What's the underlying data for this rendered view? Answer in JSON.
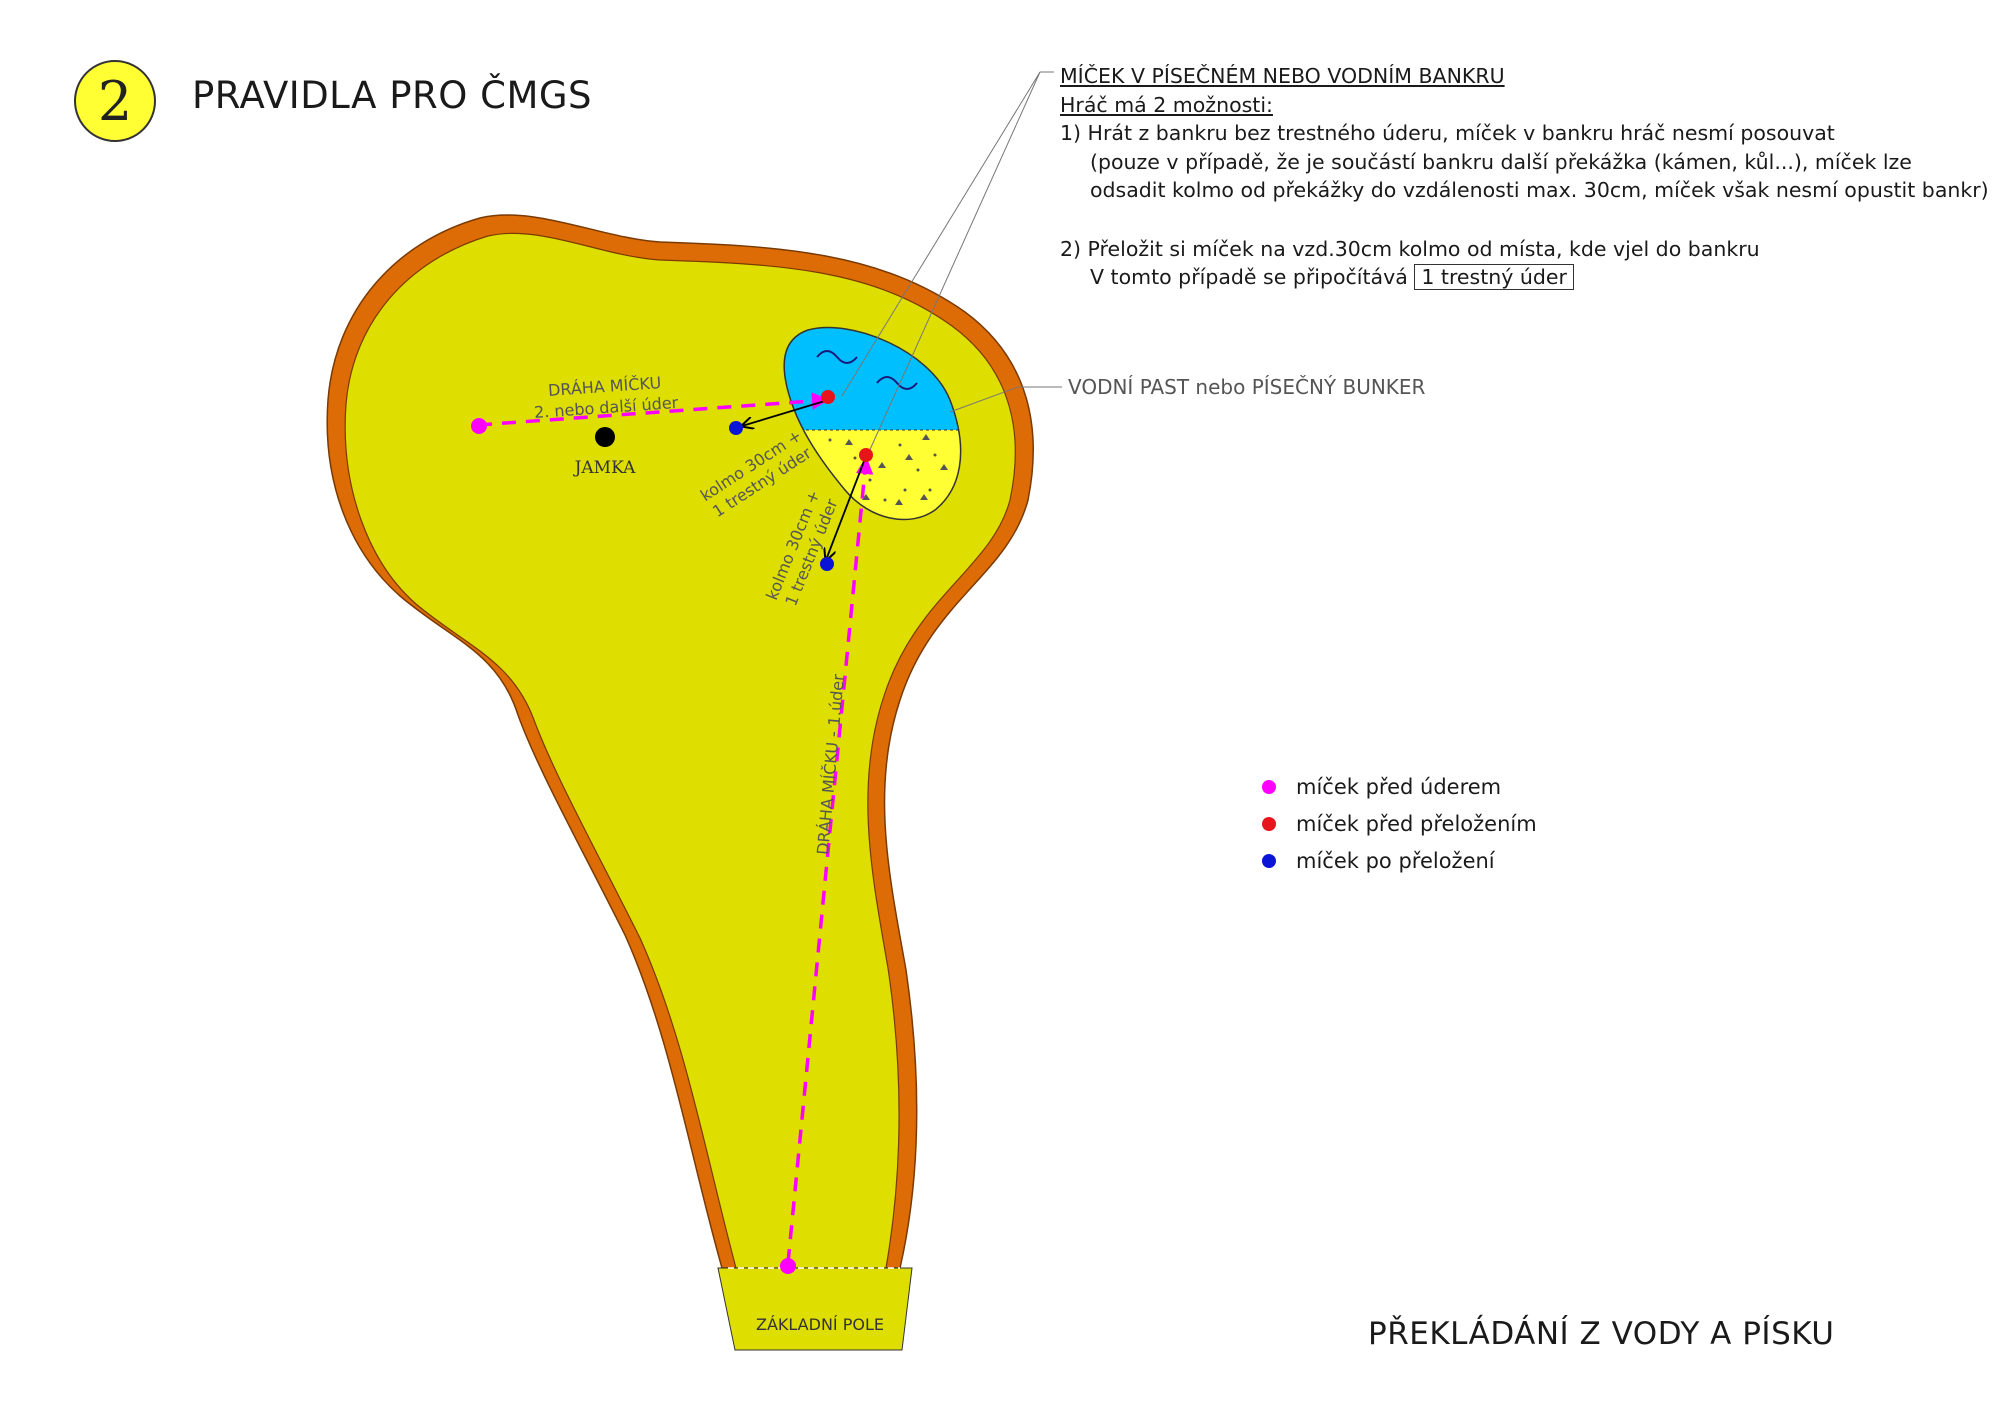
{
  "header": {
    "badge_number": "2",
    "title": "PRAVIDLA PRO ČMGS"
  },
  "rules": {
    "heading": "MÍČEK V PÍSEČNÉM NEBO VODNÍM BANKRU",
    "subheading": "Hráč má 2 možnosti:",
    "option1_line1": "1) Hrát z bankru bez trestného úderu, míček v bankru hráč nesmí posouvat",
    "option1_line2": "(pouze v případě, že je součástí bankru další překážka (kámen, kůl...), míček lze",
    "option1_line3": "odsadit kolmo od překážky do vzdálenosti max. 30cm, míček však nesmí opustit bankr)",
    "option2_line1": "2) Přeložit si míček na vzd.30cm kolmo od místa, kde vjel do bankru",
    "option2_line2": "V tomto případě se připočítává",
    "option2_penalty": "1 trestný úder"
  },
  "diagram": {
    "hazard_label": "VODNÍ PAST nebo PÍSEČNÝ BUNKER",
    "hole_label": "JAMKA",
    "base_label": "ZÁKLADNÍ POLE",
    "path1_label": "DRÁHA MÍČKU - 1.úder",
    "path2_line1": "DRÁHA MÍČKU",
    "path2_line2": "2. nebo další úder",
    "drop_water_line1": "kolmo 30cm +",
    "drop_water_line2": "1 trestný úder",
    "drop_sand_line1": "kolmo 30cm +",
    "drop_sand_line2": "1 trestný úder"
  },
  "legend": [
    {
      "label": "míček před úderem",
      "color": "#ff00ff"
    },
    {
      "label": "míček před přeložením",
      "color": "#e8141c"
    },
    {
      "label": "míček po přeložení",
      "color": "#0a14d6"
    }
  ],
  "footer": {
    "caption": "PŘEKLÁDÁNÍ Z VODY A PÍSKU"
  },
  "colors": {
    "fairway": "#dede00",
    "border": "#dd6c06",
    "water": "#00bfff",
    "sand": "#ffff33",
    "path": "#ff00ff",
    "ball_before_drop": "#e8141c",
    "ball_after_drop": "#0a14d6",
    "hole": "#000000",
    "badge": "#ffff33"
  }
}
